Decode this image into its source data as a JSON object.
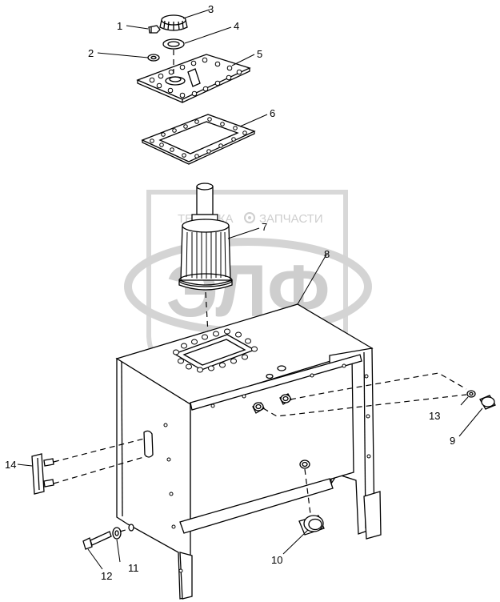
{
  "watermark": {
    "top_text_left": "ТЕХНИКА",
    "top_text_right": "ЗАПЧАСТИ",
    "big_text": "ЭЛФ"
  },
  "callouts": [
    "1",
    "2",
    "3",
    "4",
    "5",
    "6",
    "7",
    "8",
    "9",
    "10",
    "11",
    "12",
    "13",
    "14"
  ],
  "colors": {
    "line": "#000000",
    "watermark": "#c9c9c9",
    "background": "#ffffff"
  }
}
